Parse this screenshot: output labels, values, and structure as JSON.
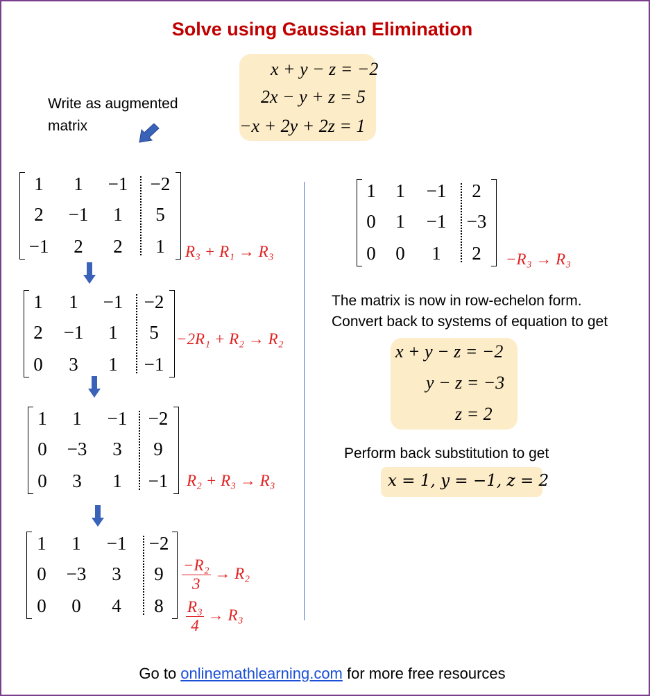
{
  "title": "Solve using Gaussian Elimination",
  "system": [
    "x + y − z = −2",
    "2x − y + z = 5",
    "−x + 2y + 2z = 1"
  ],
  "augment_label": "Write as augmented matrix",
  "matrices": [
    {
      "rows": [
        [
          "1",
          "1",
          "−1",
          "−2"
        ],
        [
          "2",
          "−1",
          "1",
          "5"
        ],
        [
          "−1",
          "2",
          "2",
          "1"
        ]
      ],
      "op": "R₃ + R₁ → R₃"
    },
    {
      "rows": [
        [
          "1",
          "1",
          "−1",
          "−2"
        ],
        [
          "2",
          "−1",
          "1",
          "5"
        ],
        [
          "0",
          "3",
          "1",
          "−1"
        ]
      ],
      "op": "−2R₁ + R₂ → R₂"
    },
    {
      "rows": [
        [
          "1",
          "1",
          "−1",
          "−2"
        ],
        [
          "0",
          "−3",
          "3",
          "9"
        ],
        [
          "0",
          "3",
          "1",
          "−1"
        ]
      ],
      "op": "R₂ + R₃ → R₃"
    },
    {
      "rows": [
        [
          "1",
          "1",
          "−1",
          "−2"
        ],
        [
          "0",
          "−3",
          "3",
          "9"
        ],
        [
          "0",
          "0",
          "4",
          "8"
        ]
      ],
      "op_a": {
        "num": "−R₂",
        "den": "3",
        "rhs": "→ R₂"
      },
      "op_b": {
        "num": "R₃",
        "den": "4",
        "rhs": "→ R₃"
      }
    },
    {
      "rows": [
        [
          "1",
          "1",
          "−1",
          "2"
        ],
        [
          "0",
          "1",
          "−1",
          "−3"
        ],
        [
          "0",
          "0",
          "1",
          "2"
        ]
      ],
      "op": "−R₃ → R₃"
    }
  ],
  "ref_text_1": "The matrix is now in row-echelon form.",
  "ref_text_2": "Convert back to systems of equation to get",
  "reduced": [
    "x + y − z = −2",
    "y − z = −3",
    "z = 2"
  ],
  "back_sub_text": "Perform back substitution to get",
  "result": "x = 1, y = −1, z = 2",
  "footer": {
    "prefix": "Go to ",
    "link": "onlinemathlearning.com",
    "suffix": " for more free resources"
  },
  "colors": {
    "title": "#c00000",
    "operation": "#e02020",
    "box": "#fdecc8",
    "arrow": "#3a62b8",
    "divider": "#4a6fc4",
    "frame": "#7a3f8c"
  }
}
